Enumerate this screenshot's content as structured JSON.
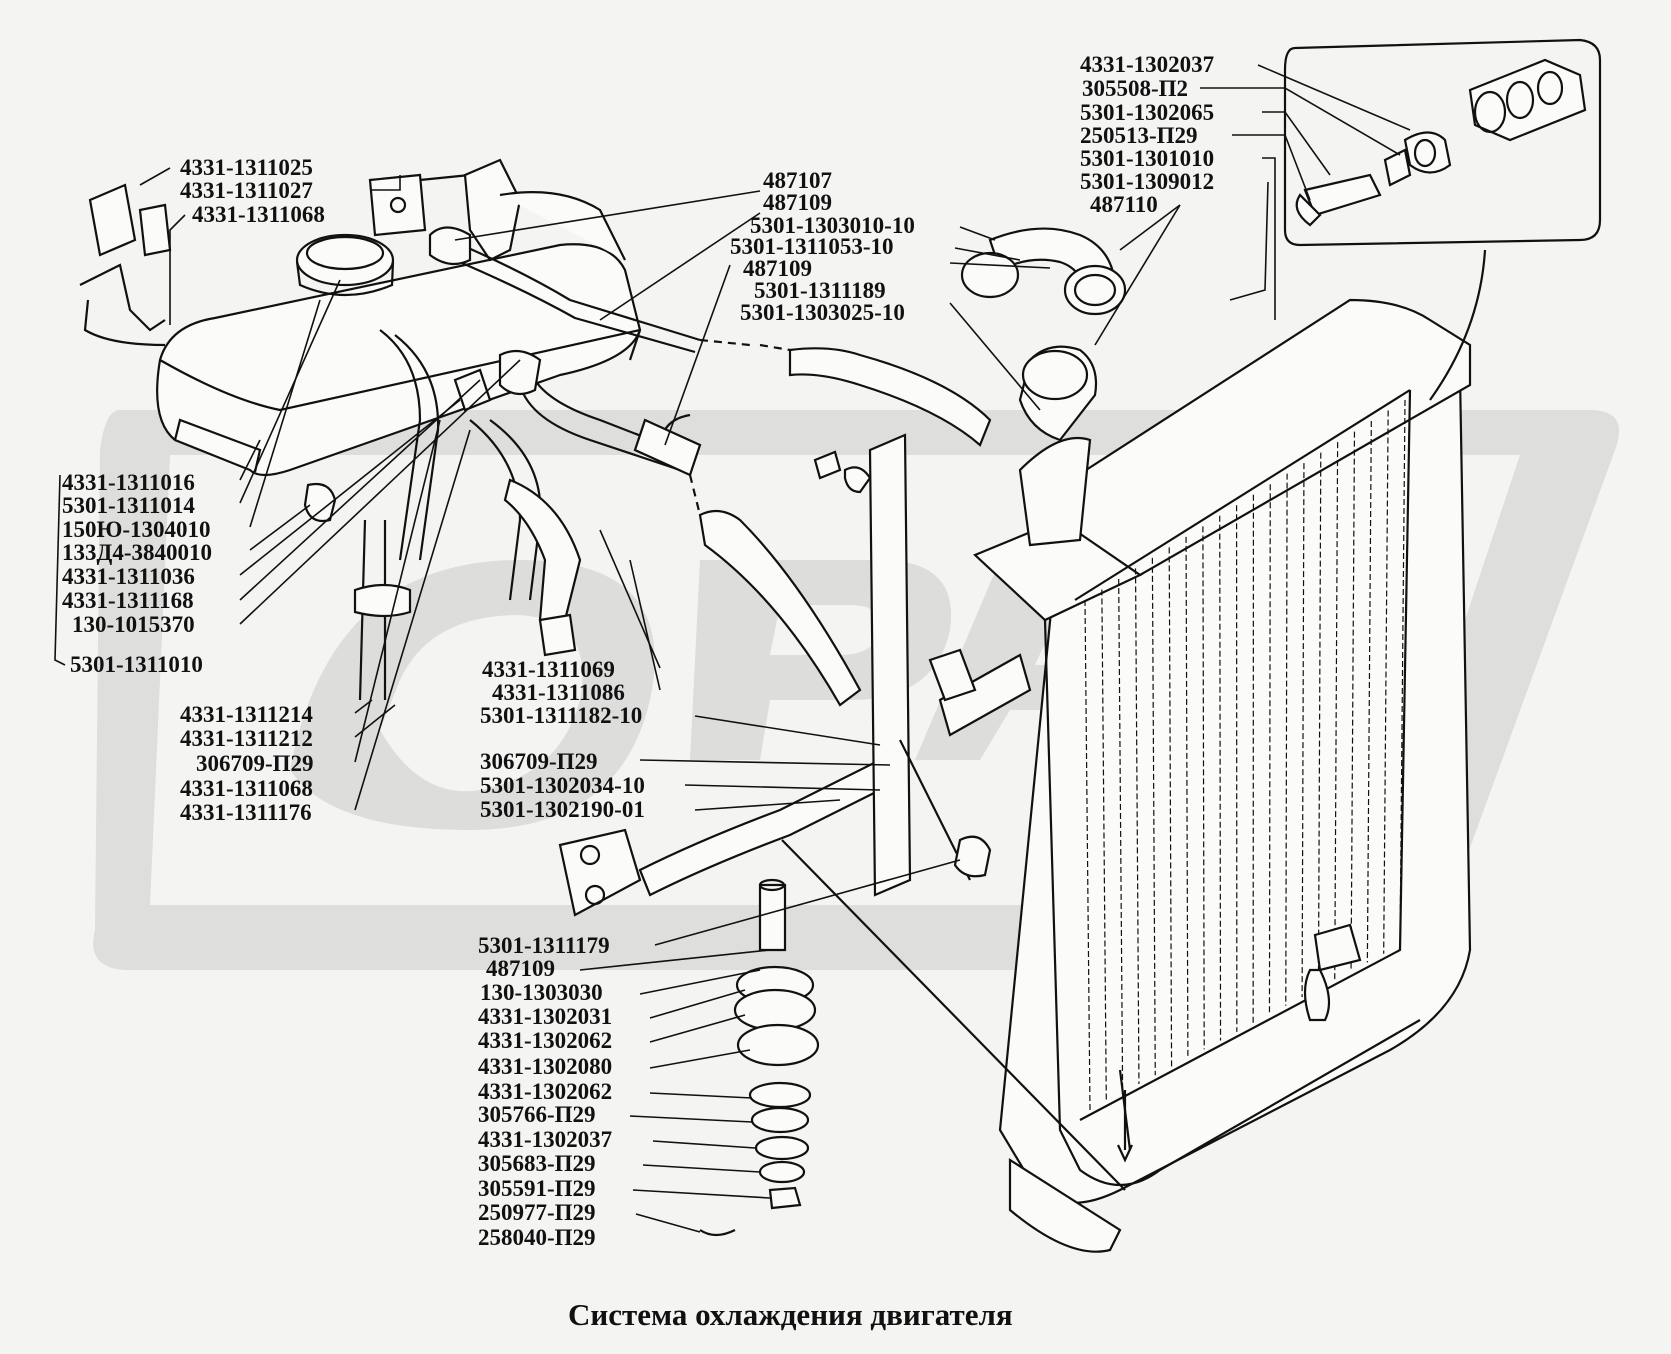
{
  "title": "Система охлаждения двигателя",
  "parts": [
    {
      "id": "p01",
      "label": "4331-1302037"
    },
    {
      "id": "p02",
      "label": "305508-П2"
    },
    {
      "id": "p03",
      "label": "5301-1302065"
    },
    {
      "id": "p04",
      "label": "250513-П29"
    },
    {
      "id": "p05",
      "label": "5301-1301010"
    },
    {
      "id": "p06",
      "label": "5301-1309012"
    },
    {
      "id": "p07",
      "label": "487110"
    },
    {
      "id": "p08",
      "label": "4331-1311025"
    },
    {
      "id": "p09",
      "label": "4331-1311027"
    },
    {
      "id": "p10",
      "label": "4331-1311068"
    },
    {
      "id": "p11",
      "label": "487107"
    },
    {
      "id": "p12",
      "label": "487109"
    },
    {
      "id": "p13",
      "label": "5301-1303010-10"
    },
    {
      "id": "p14",
      "label": "5301-1311053-10"
    },
    {
      "id": "p15",
      "label": "487109"
    },
    {
      "id": "p16",
      "label": "5301-1311189"
    },
    {
      "id": "p17",
      "label": "5301-1303025-10"
    },
    {
      "id": "p18",
      "label": "4331-1311016"
    },
    {
      "id": "p19",
      "label": "5301-1311014"
    },
    {
      "id": "p20",
      "label": "150Ю-1304010"
    },
    {
      "id": "p21",
      "label": "133Д4-3840010"
    },
    {
      "id": "p22",
      "label": "4331-1311036"
    },
    {
      "id": "p23",
      "label": "4331-1311168"
    },
    {
      "id": "p24",
      "label": "130-1015370"
    },
    {
      "id": "p25",
      "label": "5301-1311010"
    },
    {
      "id": "p26",
      "label": "4331-1311069"
    },
    {
      "id": "p27",
      "label": "4331-1311086"
    },
    {
      "id": "p28",
      "label": "5301-1311182-10"
    },
    {
      "id": "p29",
      "label": "4331-1311214"
    },
    {
      "id": "p30",
      "label": "4331-1311212"
    },
    {
      "id": "p31",
      "label": "306709-П29"
    },
    {
      "id": "p32",
      "label": "306709-П29"
    },
    {
      "id": "p33",
      "label": "5301-1302034-10"
    },
    {
      "id": "p34",
      "label": "4331-1311068"
    },
    {
      "id": "p35",
      "label": "5301-1302190-01"
    },
    {
      "id": "p36",
      "label": "4331-1311176"
    },
    {
      "id": "p37",
      "label": "5301-1311179"
    },
    {
      "id": "p38",
      "label": "487109"
    },
    {
      "id": "p39",
      "label": "130-1303030"
    },
    {
      "id": "p40",
      "label": "4331-1302031"
    },
    {
      "id": "p41",
      "label": "4331-1302062"
    },
    {
      "id": "p42",
      "label": "4331-1302080"
    },
    {
      "id": "p43",
      "label": "4331-1302062"
    },
    {
      "id": "p44",
      "label": "305766-П29"
    },
    {
      "id": "p45",
      "label": "4331-1302037"
    },
    {
      "id": "p46",
      "label": "305683-П29"
    },
    {
      "id": "p47",
      "label": "305591-П29"
    },
    {
      "id": "p48",
      "label": "250977-П29"
    },
    {
      "id": "p49",
      "label": "258040-П29"
    }
  ]
}
